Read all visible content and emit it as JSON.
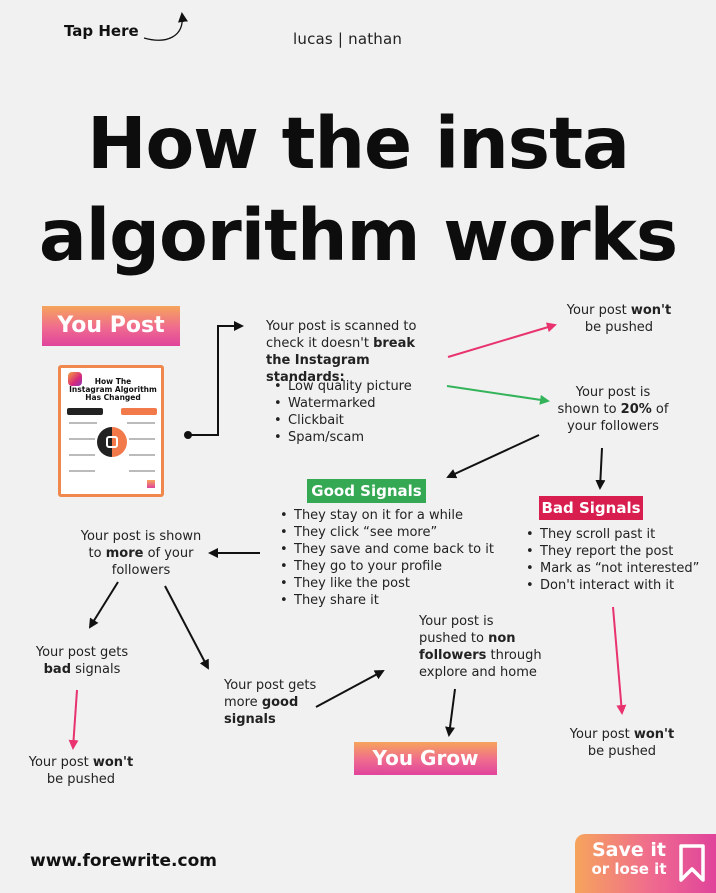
{
  "header": {
    "tap_here": "Tap Here",
    "brand": "lucas | nathan"
  },
  "title": {
    "line1": "How the insta",
    "line2": "algorithm works"
  },
  "you_post": "You Post",
  "thumbnail": {
    "title_line1": "How The",
    "title_line2": "Instagram Algorithm",
    "title_line3": "Has Changed"
  },
  "scan": {
    "pre": "Your post is scanned to check it doesn't ",
    "bold": "break the Instagram standards:",
    "bullets": [
      "Low quality picture",
      "Watermarked",
      "Clickbait",
      "Spam/scam"
    ]
  },
  "wont_top": {
    "pre": "Your post ",
    "bold": "won't",
    "post": " be pushed"
  },
  "shown_20": {
    "pre": "Your post is shown to ",
    "bold": "20%",
    "post": " of your followers"
  },
  "good_signals": {
    "label": "Good Signals",
    "bullets": [
      "They stay on it for a while",
      "They click “see more”",
      "They save and come back to it",
      "They go to your profile",
      "They like the post",
      "They share it"
    ]
  },
  "bad_signals": {
    "label": "Bad Signals",
    "bullets": [
      "They scroll past it",
      "They report the post",
      "Mark as “not interested”",
      "Don't interact with it"
    ]
  },
  "shown_more": {
    "pre": "Your post is shown to ",
    "bold": "more",
    "post": " of your followers"
  },
  "gets_bad": {
    "pre": "Your post gets ",
    "bold": "bad",
    "post": " signals"
  },
  "wont_left": {
    "pre": "Your post ",
    "bold": "won't",
    "post": " be pushed"
  },
  "more_good": {
    "pre": "Your post gets more ",
    "bold": "good signals"
  },
  "non_followers": {
    "pre": "Your post is pushed to ",
    "bold": "non followers",
    "post": " through explore and home"
  },
  "wont_right": {
    "pre": "Your post ",
    "bold": "won't",
    "post": " be pushed"
  },
  "you_grow": "You Grow",
  "footer": {
    "website": "www.forewrite.com",
    "save_line1": "Save it",
    "save_line2": "or lose it"
  },
  "colors": {
    "gradient_start": "#f6a45c",
    "gradient_end": "#e0449b",
    "good": "#34a853",
    "bad": "#d81e4e",
    "pink_arrow": "#e8336e",
    "green_arrow": "#34b35a"
  }
}
